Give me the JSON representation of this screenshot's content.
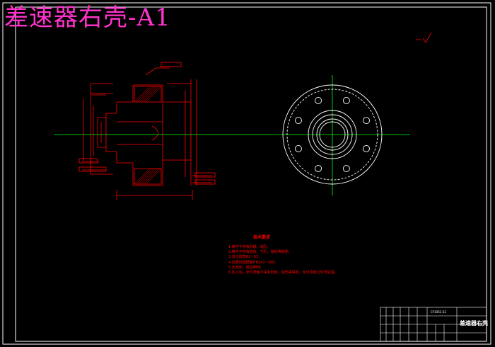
{
  "title": "差速器右壳-A1",
  "colors": {
    "background": "#000000",
    "frame": "#ffffff",
    "part": "#ff0000",
    "centerline": "#00ff00",
    "title_text": "#ff33cc",
    "notes_text": "#ff0000"
  },
  "roughness_mark": "",
  "technical_requirements": {
    "heading": "技术要求",
    "items": [
      "1.铸件不得有砂眼、缩孔;",
      "2.铸件不得有裂纹、气孔、缩松等缺陷;",
      "3.未注圆角R2~R3;",
      "4.调质处理硬度HB241~269;",
      "5.去毛刺、锐边倒钝;",
      "6.加工后，零件表面不得有划痕、碰伤等缺陷，毛坯须经过时效处理。"
    ]
  },
  "title_block": {
    "part_name": "差速器右壳",
    "code": "CY1051-22",
    "company": "",
    "material": "",
    "scale": "",
    "sheet": ""
  }
}
